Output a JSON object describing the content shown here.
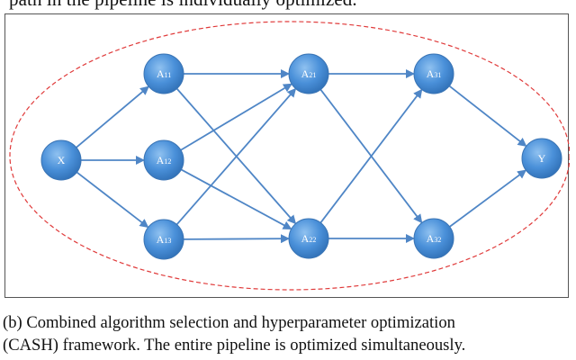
{
  "top_text": "path in the pipeline is individually optimized.",
  "diagram": {
    "colors": {
      "node_fill": "#4a90d9",
      "node_edge": "#3b75b5",
      "arrow": "#4f86c6",
      "ellipse": "#e03b3b",
      "frame": "#555555"
    },
    "nodes": {
      "x": "X",
      "a11": "A11",
      "a12": "A12",
      "a13": "A13",
      "a21": "A21",
      "a22": "A22",
      "a31": "A31",
      "a32": "A32",
      "y": "Y"
    },
    "edges": [
      [
        "X",
        "A11"
      ],
      [
        "X",
        "A12"
      ],
      [
        "X",
        "A13"
      ],
      [
        "A11",
        "A21"
      ],
      [
        "A11",
        "A22"
      ],
      [
        "A12",
        "A21"
      ],
      [
        "A12",
        "A22"
      ],
      [
        "A13",
        "A21"
      ],
      [
        "A13",
        "A22"
      ],
      [
        "A21",
        "A31"
      ],
      [
        "A21",
        "A32"
      ],
      [
        "A22",
        "A31"
      ],
      [
        "A22",
        "A32"
      ],
      [
        "A31",
        "Y"
      ],
      [
        "A32",
        "Y"
      ]
    ]
  },
  "caption": {
    "line1": "(b)  Combined  algorithm  selection  and  hyperparameter  optimization",
    "line2": "(CASH) framework. The entire pipeline is optimized simultaneously."
  }
}
